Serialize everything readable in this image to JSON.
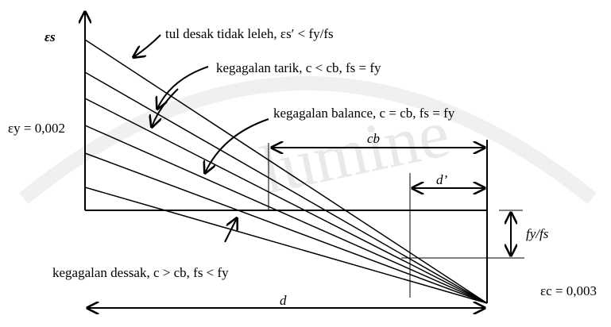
{
  "axis": {
    "y_label": "εs"
  },
  "labels": {
    "ey": "εy = 0,002",
    "tul_desak": "tul desak tidak leleh, εs′ < fy/fs",
    "tarik": "kegagalan tarik, c < cb, fs = fy",
    "balance": "kegagalan balance, c = cb, fs = fy",
    "desak": "kegagalan dessak, c > cb, fs < fy",
    "ec": "εc = 0,003"
  },
  "dims": {
    "cb": "cb",
    "dprime": "d’",
    "fyfs": "fy/fs",
    "d": "d"
  },
  "watermark": {
    "text": "lumine"
  }
}
